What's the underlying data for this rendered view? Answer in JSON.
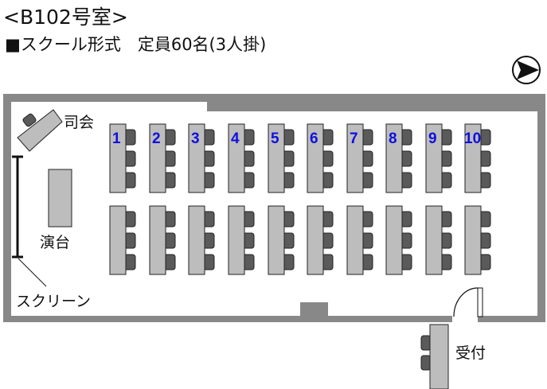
{
  "title": "<B102号室>",
  "subtitle": "■スクール形式　定員60名(3人掛)",
  "labels": {
    "mc": "司会",
    "podium": "演台",
    "screen": "スクリーン",
    "reception": "受付"
  },
  "table_numbers": [
    "1",
    "2",
    "3",
    "4",
    "5",
    "6",
    "7",
    "8",
    "9",
    "10"
  ],
  "colors": {
    "wall": "#888888",
    "table": "#bdbdbd",
    "chair": "#5a5a5a",
    "number": "#1010e0"
  }
}
